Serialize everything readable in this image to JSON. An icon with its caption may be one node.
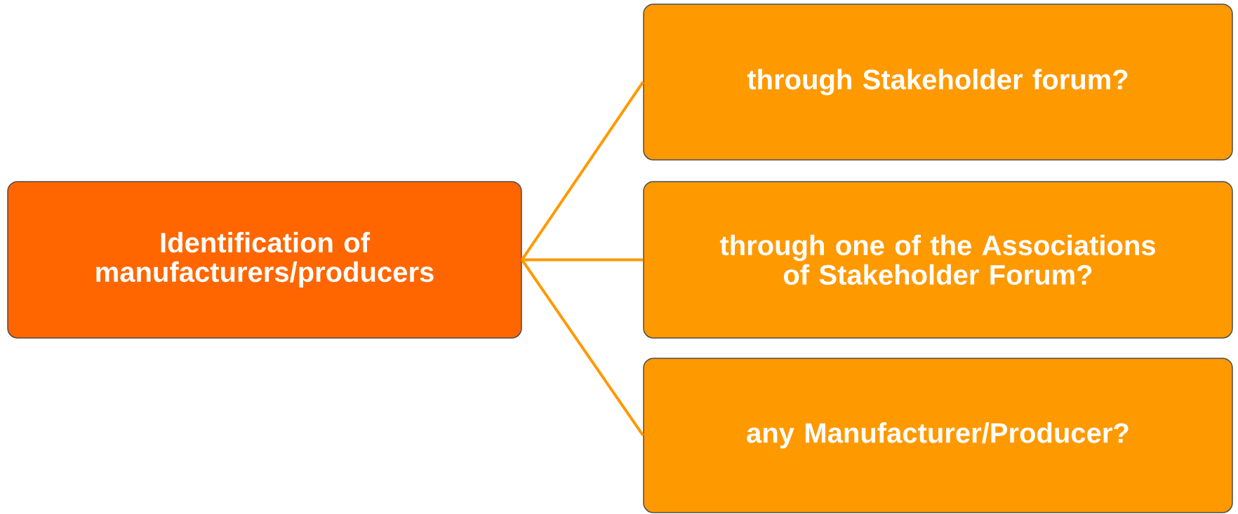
{
  "diagram": {
    "nodes": [
      {
        "text": [
          "Identification of manufacturers/producers"
        ]
      },
      {
        "text": [
          "through Stakeholder forum?"
        ]
      },
      {
        "text": [
          "through one of the Associations of Stakeholder Forum?"
        ]
      },
      {
        "text": [
          "any Manufacturer/Producer?"
        ]
      }
    ],
    "edges": [
      {
        "from": 0,
        "to": 1,
        "arrow": "none"
      },
      {
        "from": 0,
        "to": 2,
        "arrow": "none"
      },
      {
        "from": 0,
        "to": 3,
        "arrow": "none"
      }
    ]
  }
}
